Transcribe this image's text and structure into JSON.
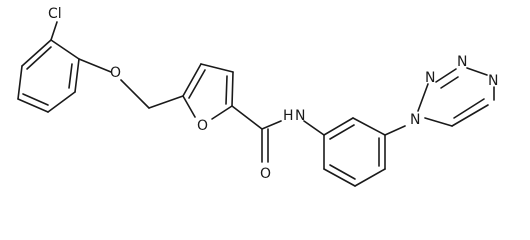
{
  "atom_labels": {
    "cl": "Cl",
    "o_ether": "O",
    "o_furan": "O",
    "o_carbonyl": "O",
    "nh": "N",
    "h_amide": "H",
    "n_t1": "N",
    "n_t2": "N",
    "n_t3": "N",
    "n_t4": "N"
  },
  "colors": {
    "bond": "#1a1a1a",
    "label": "#1a1a1a",
    "background": "#ffffff"
  }
}
